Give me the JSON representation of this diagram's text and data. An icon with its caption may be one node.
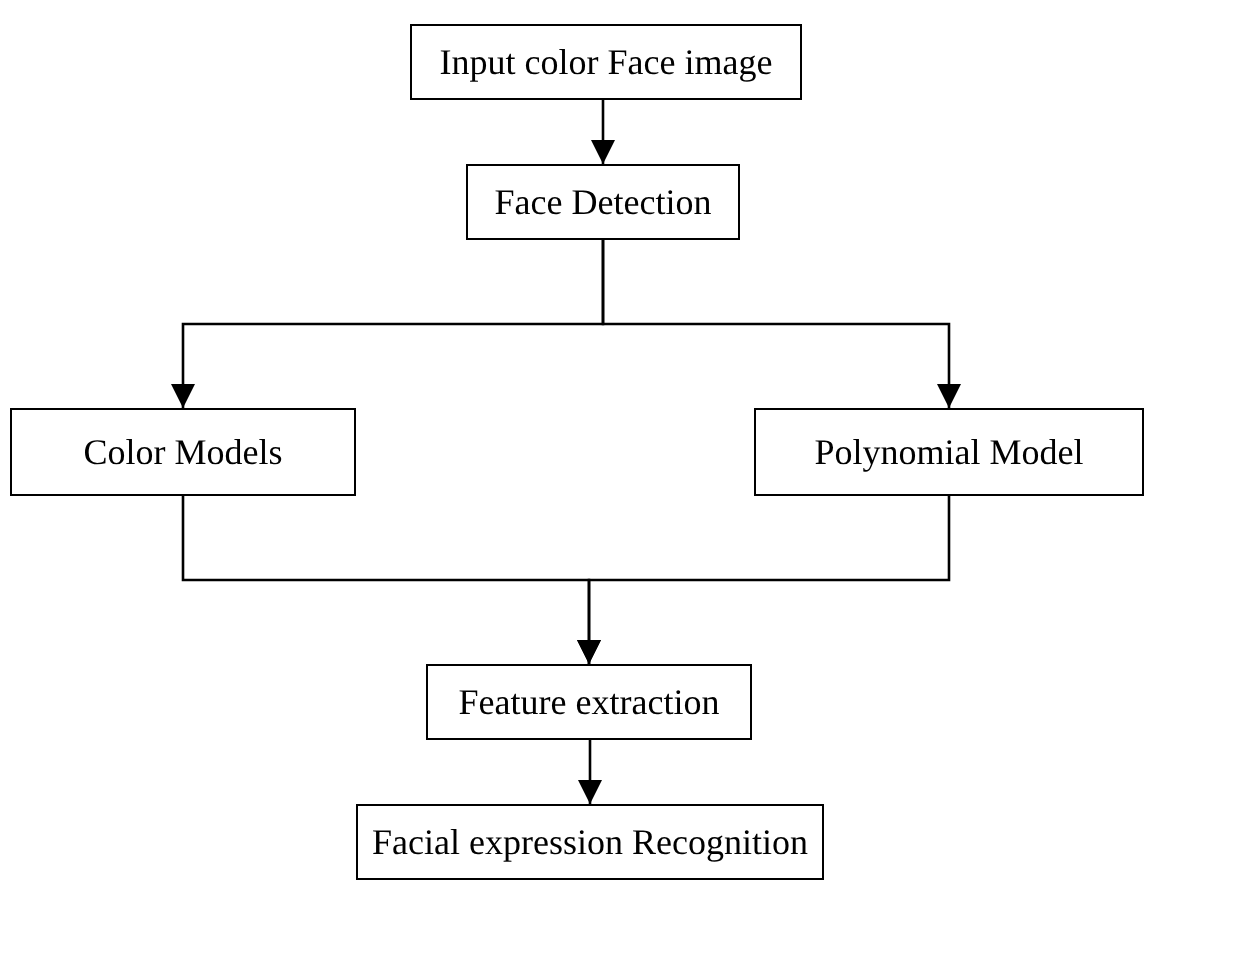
{
  "diagram": {
    "nodes": [
      {
        "text": [
          "Input color Face image"
        ]
      },
      {
        "text": [
          "Face Detection"
        ]
      },
      {
        "text": [
          "Color Models"
        ]
      },
      {
        "text": [
          "Polynomial Model"
        ]
      },
      {
        "text": [
          "Feature extraction"
        ]
      },
      {
        "text": [
          "Facial expression Recognition"
        ]
      }
    ],
    "edges": [
      {
        "from": 0,
        "to": 1,
        "arrow": "to"
      },
      {
        "from": 1,
        "to": 2,
        "arrow": "to"
      },
      {
        "from": 1,
        "to": 3,
        "arrow": "to"
      },
      {
        "from": 2,
        "to": 4,
        "arrow": "to"
      },
      {
        "from": 3,
        "to": 4,
        "arrow": "to"
      },
      {
        "from": 4,
        "to": 5,
        "arrow": "to"
      }
    ]
  }
}
